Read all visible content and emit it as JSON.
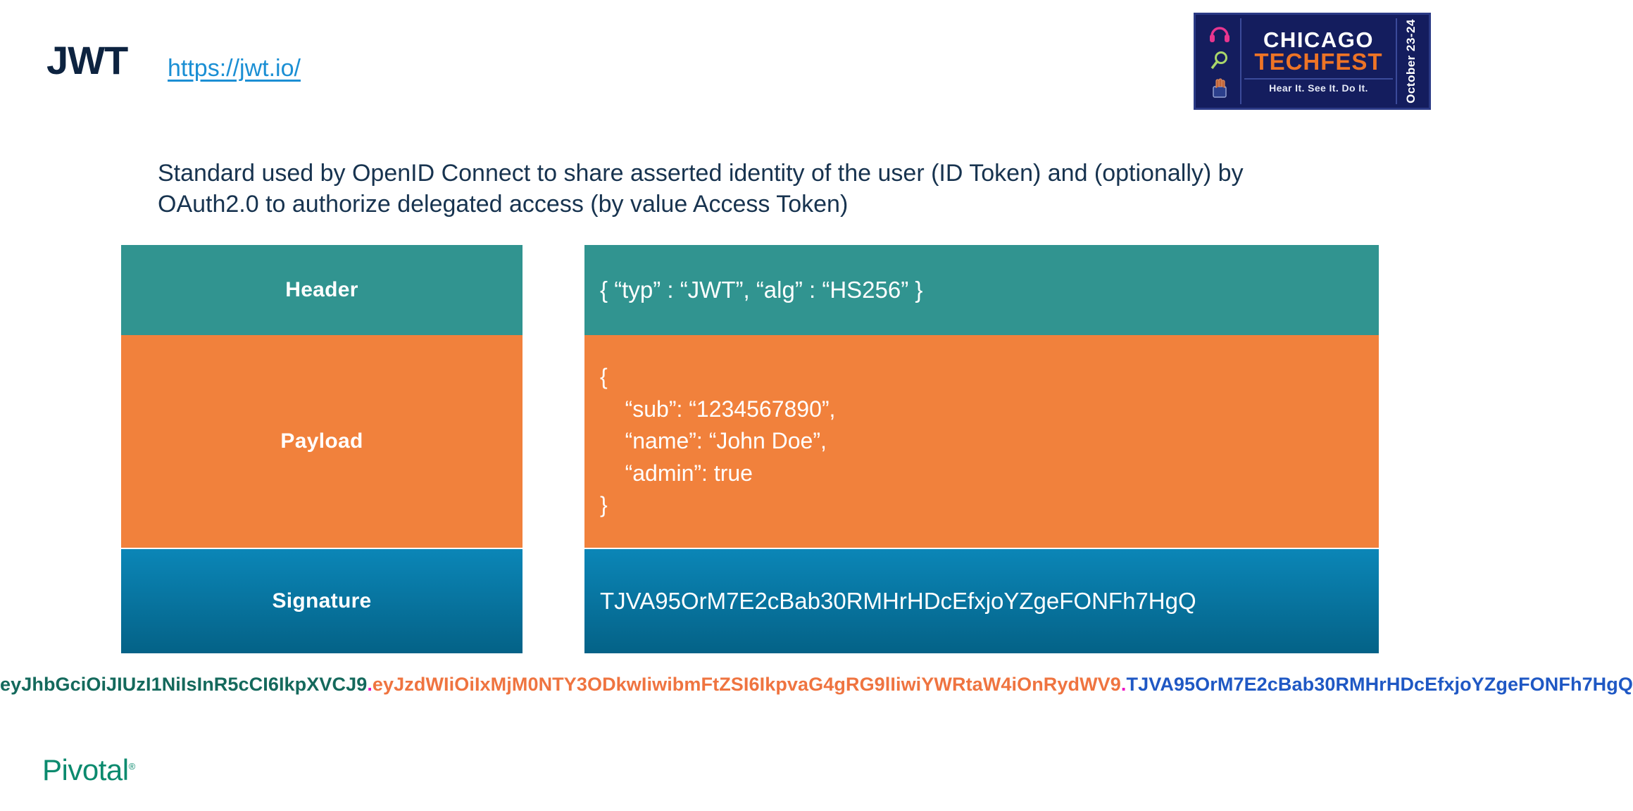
{
  "slide": {
    "title": "JWT",
    "link": "https://jwt.io/",
    "description": "Standard used by OpenID Connect to share asserted identity of the user (ID Token) and (optionally) by OAuth2.0 to authorize delegated access (by value Access Token)"
  },
  "conference_logo": {
    "city": "CHICAGO",
    "event": "TECHFEST",
    "tagline": "Hear It. See It. Do It.",
    "dates": "October 23-24",
    "icons": [
      "headphones-icon",
      "magnifier-icon",
      "hand-icon"
    ],
    "colors": {
      "background": "#141d5e",
      "border": "#2b3a86",
      "city_text": "#ffffff",
      "event_text": "#ee7426"
    }
  },
  "diagram": {
    "rows": [
      {
        "label": "Header",
        "value": "{ “typ” : “JWT”, “alg” : “HS256” }",
        "color": "#319490"
      },
      {
        "label": "Payload",
        "value": "{\n    “sub”: “1234567890”,\n    “name”: “John Doe”,\n    “admin”: true\n}",
        "color": "#f1813c"
      },
      {
        "label": "Signature",
        "value": "TJVA95OrM7E2cBab30RMHrHDcEfxjoYZgeFONFh7HgQ",
        "color": "#0b86b7"
      }
    ]
  },
  "encoded_token": {
    "header_segment": "eyJhbGciOiJIUzI1NiIsInR5cCI6IkpXVCJ9",
    "payload_segment": "eyJzdWIiOiIxMjM0NTY3ODkwIiwibmFtZSI6IkpvaG4gRG9lIiwiYWRtaW4iOnRydWV9",
    "signature_segment": "TJVA95OrM7E2cBab30RMHrHDcEfxjoYZgeFONFh7HgQ",
    "separator": ".",
    "colors": {
      "header": "#14695c",
      "payload": "#ef7440",
      "signature": "#1f58c4",
      "separator": "#f012c4"
    }
  },
  "footer": {
    "brand": "Pivotal",
    "trademark": "®"
  }
}
